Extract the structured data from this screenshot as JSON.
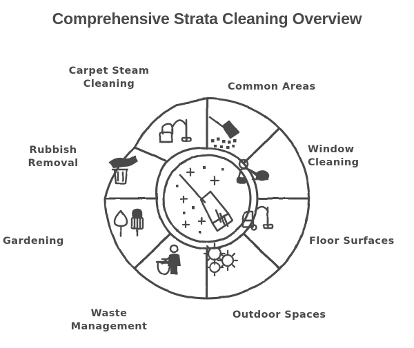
{
  "page": {
    "title": "Comprehensive Strata Cleaning Overview",
    "background_color": "#ffffff",
    "ink_color": "#4a4a4a"
  },
  "center": {
    "icon": "broom-sparkle-icon",
    "label": ""
  },
  "wheel": {
    "segment_count": 8,
    "style": "hand-drawn",
    "segments": [
      {
        "id": "carpet-steam-cleaning",
        "label": "Carpet Steam\nCleaning",
        "icon": "vacuum-cleaner-icon",
        "position": "top-left"
      },
      {
        "id": "common-areas",
        "label": "Common Areas",
        "icon": "sweeping-broom-icon",
        "position": "top-right"
      },
      {
        "id": "window-cleaning",
        "label": "Window\nCleaning",
        "icon": "person-scrubbing-icon",
        "position": "right-upper"
      },
      {
        "id": "floor-surfaces",
        "label": "Floor Surfaces",
        "icon": "canister-vacuum-icon",
        "position": "right-lower"
      },
      {
        "id": "outdoor-spaces",
        "label": "Outdoor Spaces",
        "icon": "germs-icon",
        "position": "bottom-right"
      },
      {
        "id": "waste-management",
        "label": "Waste\nManagement",
        "icon": "person-with-bin-icon",
        "position": "bottom-left"
      },
      {
        "id": "gardening",
        "label": "Gardening",
        "icon": "trowel-and-rake-icon",
        "position": "left-lower"
      },
      {
        "id": "rubbish-removal",
        "label": "Rubbish\nRemoval",
        "icon": "hand-dropping-trash-icon",
        "position": "left-upper"
      }
    ]
  }
}
